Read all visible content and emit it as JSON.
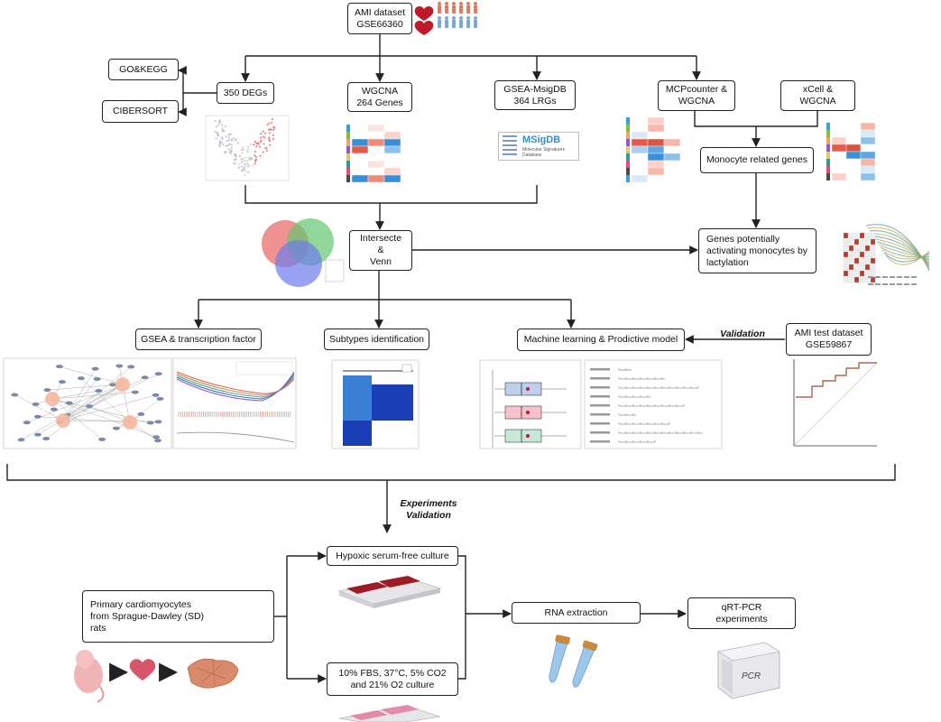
{
  "nodes": {
    "ami_dataset": "AMI dataset\nGSE66360",
    "go_kegg": "GO&KEGG",
    "cibersort": "CIBERSORT",
    "degs": "350 DEGs",
    "wgcna": "WGCNA\n264 Genes",
    "gsea_msigdb": "GSEA-MsigDB\n364 LRGs",
    "mcpcounter": "MCPcounter &\nWGCNA",
    "xcell": "xCell &\nWGCNA",
    "monocyte_genes": "Monocyte related genes",
    "intersect": "Intersecte\n&\nVenn",
    "lactylation": "Genes potentially\nactivating monocytes by\nlactylation",
    "gsea_tf": "GSEA & transcription factor",
    "subtypes": "Subtypes identification",
    "ml_model": "Machine learning & Prodictive model",
    "ami_test": "AMI test dataset\nGSE59867",
    "hypoxic": "Hypoxic serum-free culture",
    "primary": "Primary cardiomyocytes\nfrom Sprague-Dawley (SD)\nrats",
    "rna": "RNA extraction",
    "qrtpcr": "qRT-PCR\nexperiments",
    "fbs": "10% FBS, 37°C, 5% CO2\nand 21% O2 culture"
  },
  "labels": {
    "validation": "Validation",
    "experiments": "Experiments\nValidation"
  },
  "logos": {
    "msigdb": "MSigDB",
    "msigdb_sub": "Molecular Signatures\nDatabase",
    "pcr": "PCR"
  },
  "colors": {
    "line": "#222222",
    "heart": "#c0182a",
    "person_red": "#e07a5f",
    "person_blue": "#7aa7d9",
    "heat_red": "#e35b4a",
    "heat_blue": "#3a8fd6",
    "venn_red": "#e84a4a",
    "venn_green": "#3cb84a",
    "venn_blue": "#4a5be8",
    "cluster_blue": "#1a3fb5",
    "dish_red": "#9e1a25",
    "tube_blue": "#9cc6ea",
    "tube_cap": "#c98a3a"
  },
  "icons": [
    "heart-icon",
    "people-icon",
    "rat-pup-icon",
    "heart-organ-icon",
    "cell-tissue-icon",
    "tube-icon",
    "pcr-machine-icon",
    "culture-dish-icon"
  ]
}
